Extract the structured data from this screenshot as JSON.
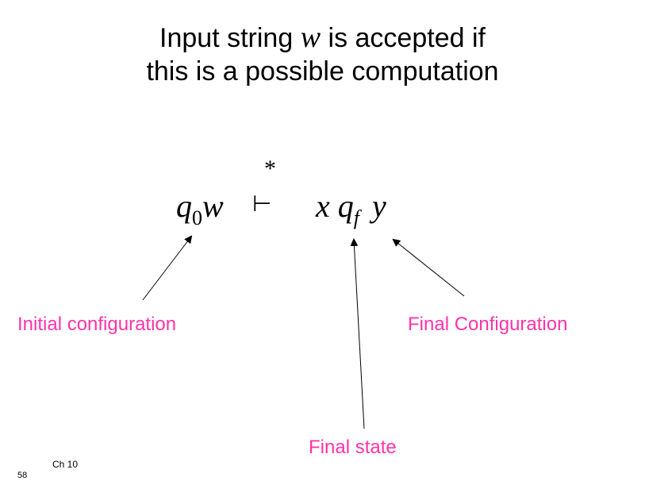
{
  "title": {
    "line1_prefix": "Input string",
    "line1_var": "w",
    "line1_suffix": "is accepted if",
    "line2": "this is a possible computation"
  },
  "formula": {
    "initial_q": "q",
    "initial_sub": "0",
    "initial_w": "w",
    "star": "*",
    "turnstile": "⊢",
    "x": "x",
    "final_q": "q",
    "final_sub": "f",
    "y": "y"
  },
  "labels": {
    "initial_configuration": "Initial configuration",
    "final_configuration": "Final Configuration",
    "final_state": "Final state"
  },
  "footer": {
    "chapter": "Ch 10",
    "page_number": "58"
  },
  "colors": {
    "label_color": "#ff33aa",
    "text_color": "#000000"
  }
}
